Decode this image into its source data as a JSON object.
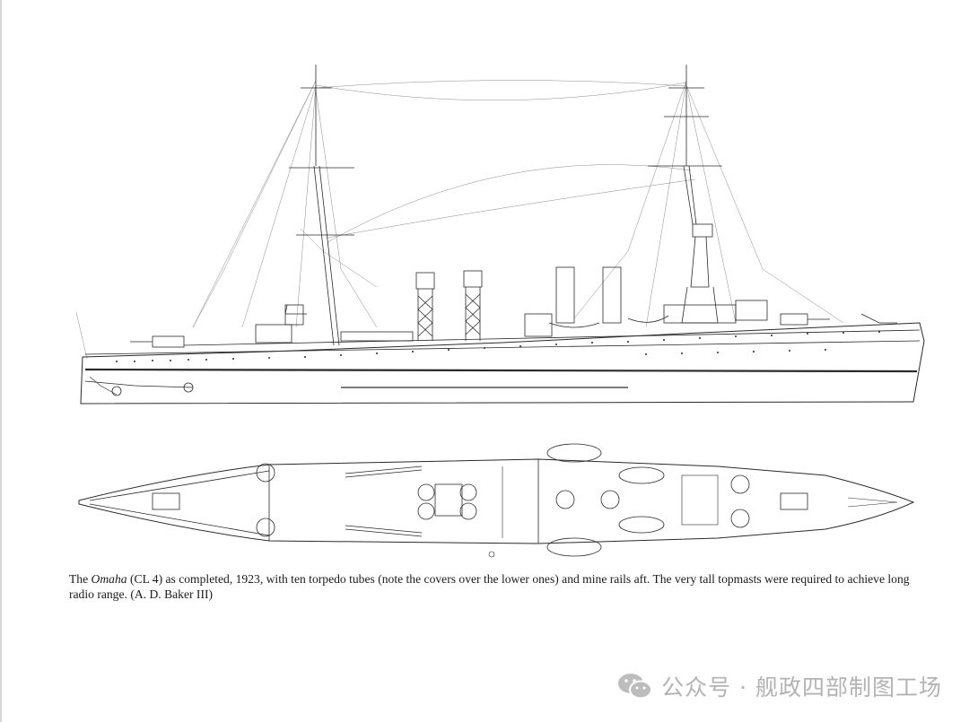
{
  "caption": {
    "pre": "The ",
    "ship_name": "Omaha",
    "post": " (CL 4) as completed, 1923, with ten torpedo tubes (note the covers over the lower ones) and mine rails aft. The very tall topmasts were required to achieve long radio range. (A. D. Baker III)"
  },
  "watermark": {
    "text": "公众号 · 舰政四部制图工场",
    "icon": "wechat-icon"
  }
}
